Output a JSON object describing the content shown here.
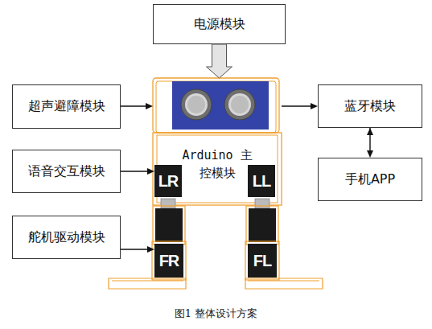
{
  "diagram": {
    "caption": "图1 整体设计方案",
    "nodes": [
      {
        "text": [
          "电源模块"
        ]
      },
      {
        "text": [
          "超声避障模块"
        ]
      },
      {
        "text": [
          "Arduino 主控模块"
        ]
      },
      {
        "text": [
          "蓝牙模块"
        ]
      },
      {
        "text": [
          "语音交互模块"
        ]
      },
      {
        "text": [
          "LR"
        ],
        "in": 2
      },
      {
        "text": [
          "LL"
        ],
        "in": 2
      },
      {
        "text": [
          "手机APP"
        ]
      },
      {
        "text": [
          "舵机驱动模块"
        ]
      },
      {
        "text": [
          "FR"
        ]
      },
      {
        "text": [
          "FL"
        ]
      }
    ],
    "edges": [
      {
        "from": 0,
        "to": 2,
        "arrow": "to"
      },
      {
        "from": 1,
        "to": 2,
        "arrow": "to"
      },
      {
        "from": 2,
        "to": 3,
        "arrow": "to"
      },
      {
        "from": 3,
        "to": 7,
        "arrow": "both"
      },
      {
        "from": 4,
        "to": 5,
        "arrow": "to"
      },
      {
        "from": 8,
        "to": 9,
        "arrow": "to"
      }
    ]
  }
}
